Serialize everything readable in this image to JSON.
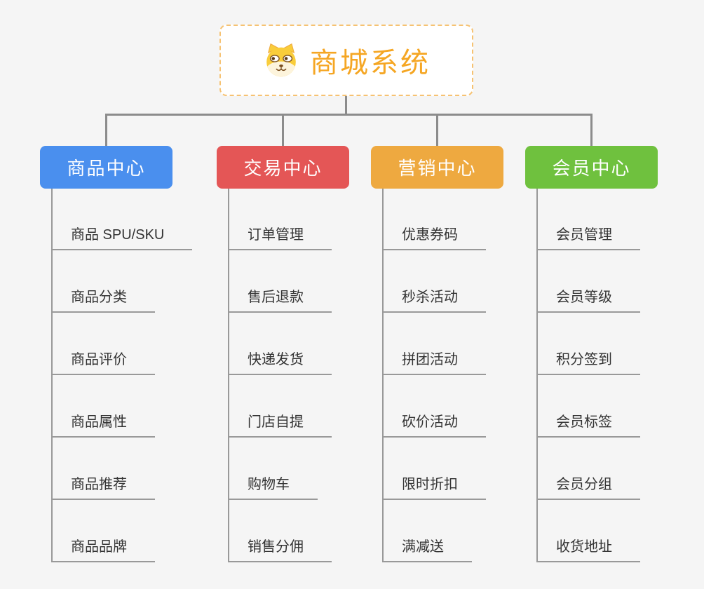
{
  "canvas": {
    "background": "#F5F5F5",
    "connector_color": "#8C8C8C",
    "branch_line_color": "#999999"
  },
  "root": {
    "title": "商城系统",
    "icon": "doge-face-icon",
    "text_color": "#F5A623",
    "border_color": "#F6C272",
    "background": "#FFFFFF"
  },
  "branches": [
    {
      "label": "商品中心",
      "color": "#4A8FEE",
      "children": [
        "商品 SPU/SKU",
        "商品分类",
        "商品评价",
        "商品属性",
        "商品推荐",
        "商品品牌"
      ]
    },
    {
      "label": "交易中心",
      "color": "#E45656",
      "children": [
        "订单管理",
        "售后退款",
        "快递发货",
        "门店自提",
        "购物车",
        "销售分佣"
      ]
    },
    {
      "label": "营销中心",
      "color": "#EEA940",
      "children": [
        "优惠券码",
        "秒杀活动",
        "拼团活动",
        "砍价活动",
        "限时折扣",
        "满减送"
      ]
    },
    {
      "label": "会员中心",
      "color": "#6FC13E",
      "children": [
        "会员管理",
        "会员等级",
        "积分签到",
        "会员标签",
        "会员分组",
        "收货地址"
      ]
    }
  ]
}
